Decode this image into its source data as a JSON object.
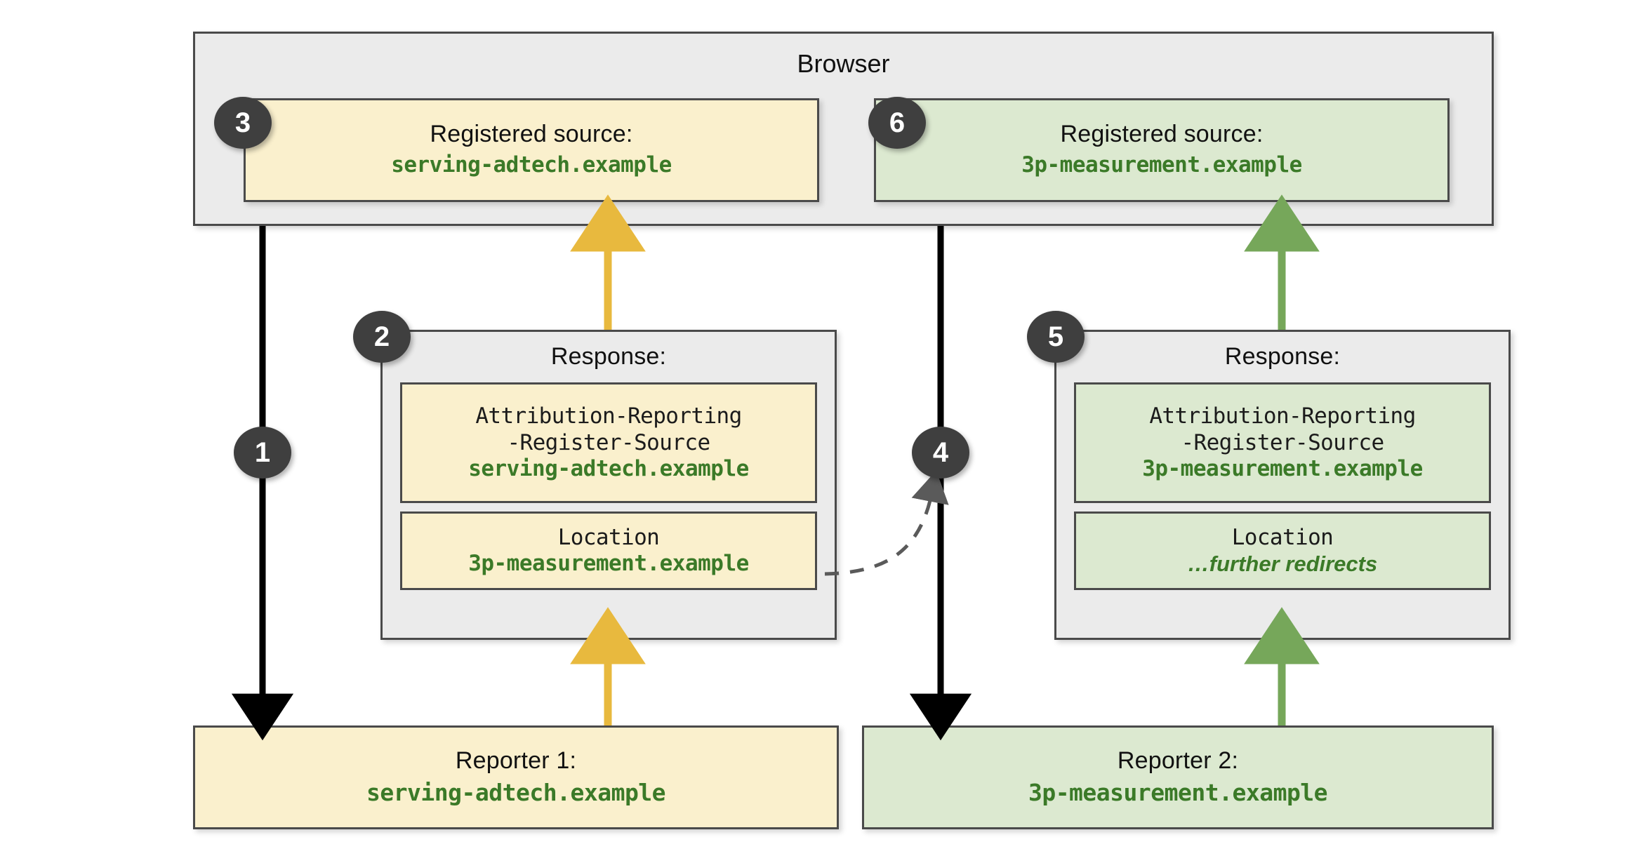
{
  "diagram": {
    "browser": {
      "label": "Browser",
      "registered_source_left": {
        "title": "Registered source:",
        "value": "serving-adtech.example",
        "badge": "3"
      },
      "registered_source_right": {
        "title": "Registered source:",
        "value": "3p-measurement.example",
        "badge": "6"
      }
    },
    "response_left": {
      "badge": "2",
      "title": "Response:",
      "rows": [
        {
          "header_line1": "Attribution-Reporting",
          "header_line2": "-Register-Source",
          "value": "serving-adtech.example"
        },
        {
          "header_line1": "Location",
          "header_line2": "",
          "value": "3p-measurement.example"
        }
      ]
    },
    "response_right": {
      "badge": "5",
      "title": "Response:",
      "rows": [
        {
          "header_line1": "Attribution-Reporting",
          "header_line2": "-Register-Source",
          "value": "3p-measurement.example"
        },
        {
          "header_line1": "Location",
          "header_line2": "",
          "value": "…further redirects"
        }
      ]
    },
    "reporter_left": {
      "title": "Reporter 1:",
      "value": "serving-adtech.example"
    },
    "reporter_right": {
      "title": "Reporter 2:",
      "value": "3p-measurement.example"
    },
    "step_badges": {
      "request_left": "1",
      "request_right": "4"
    },
    "colors": {
      "cream_fill": "#faf0cd",
      "green_fill": "#dce9d0",
      "grey_fill": "#ebebeb",
      "border": "#4a4a4a",
      "mono_green_text": "#3b7a28",
      "arrow_amber": "#e8b93e",
      "arrow_green": "#76a75a",
      "arrow_black": "#000000",
      "badge_bg": "#3f3f3f"
    }
  }
}
